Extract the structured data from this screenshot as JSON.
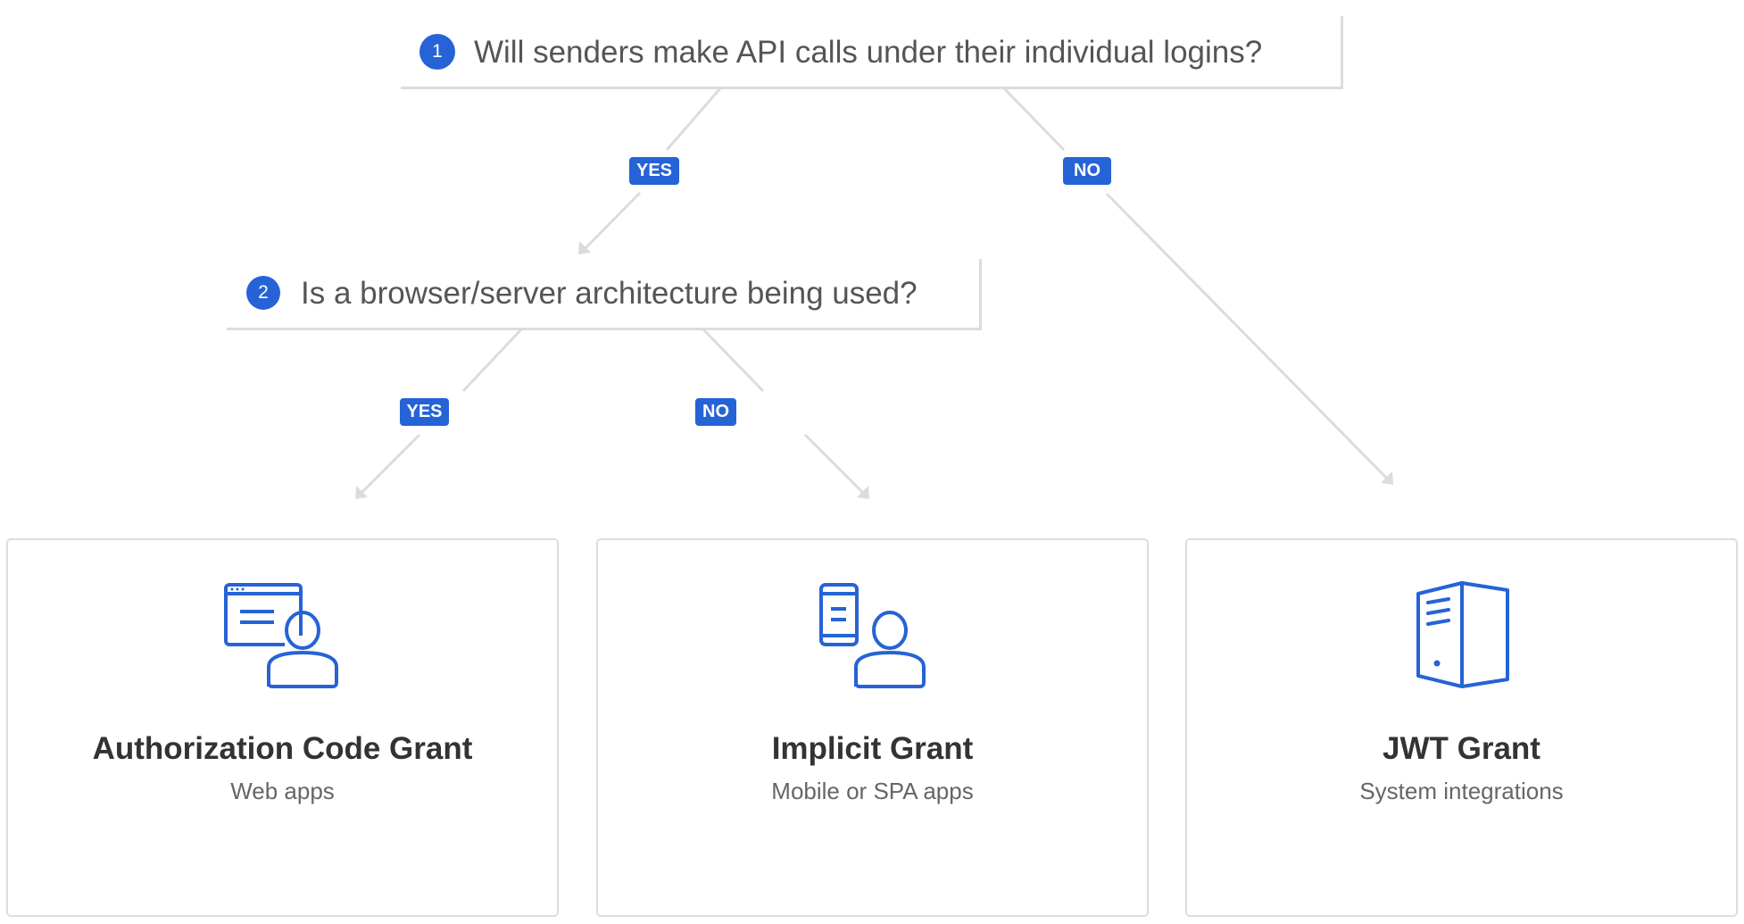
{
  "colors": {
    "accent": "#2563d6",
    "connector": "#dcdcdc",
    "question_text": "#555555",
    "card_title": "#333333",
    "card_subtitle": "#666666",
    "card_border": "#dddddd"
  },
  "questions": [
    {
      "number": "1",
      "text": "Will senders make API calls under their individual logins?"
    },
    {
      "number": "2",
      "text": "Is a browser/server architecture being used?"
    }
  ],
  "branches": [
    {
      "from": "question-1",
      "label": "YES",
      "to": "question-2"
    },
    {
      "from": "question-1",
      "label": "NO",
      "to": "jwt-grant"
    },
    {
      "from": "question-2",
      "label": "YES",
      "to": "authorization-code-grant"
    },
    {
      "from": "question-2",
      "label": "NO",
      "to": "implicit-grant"
    }
  ],
  "cards": [
    {
      "id": "authorization-code-grant",
      "icon": "browser-user-icon",
      "title": "Authorization Code Grant",
      "subtitle": "Web apps"
    },
    {
      "id": "implicit-grant",
      "icon": "mobile-user-icon",
      "title": "Implicit Grant",
      "subtitle": "Mobile or SPA apps"
    },
    {
      "id": "jwt-grant",
      "icon": "server-icon",
      "title": "JWT Grant",
      "subtitle": "System integrations"
    }
  ]
}
